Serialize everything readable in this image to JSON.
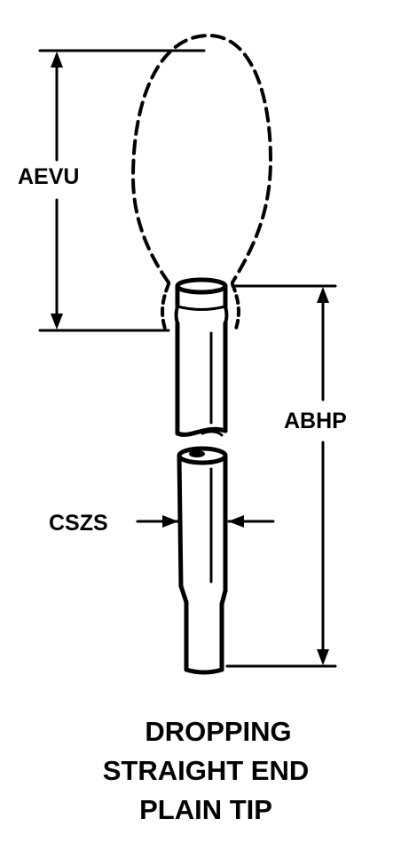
{
  "diagram": {
    "labels": {
      "aevu": "AEVU",
      "abhp": "ABHP",
      "cszs": "CSZS"
    },
    "caption": {
      "line1": "DROPPING",
      "line2": "STRAIGHT END",
      "line3": "PLAIN TIP"
    },
    "colors": {
      "ink": "#000000",
      "background": "#ffffff"
    }
  }
}
